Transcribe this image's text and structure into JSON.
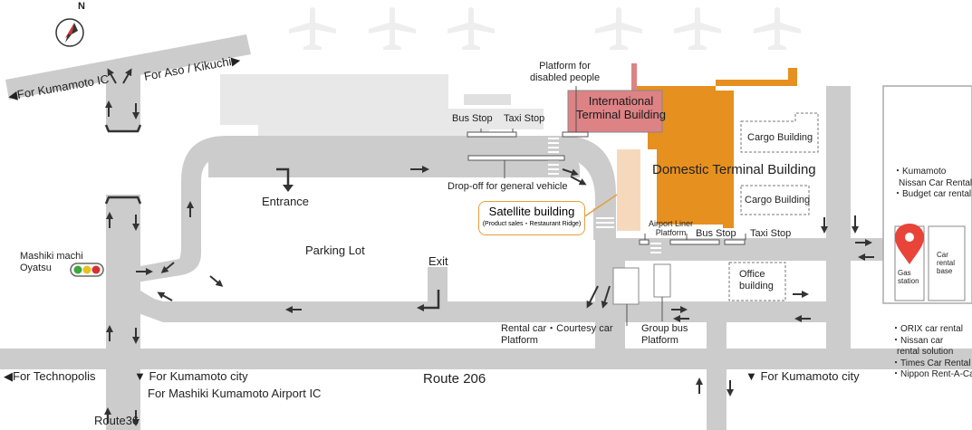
{
  "compass": {
    "north": "N",
    "icon": "compass-icon"
  },
  "roads": {
    "for_kumamoto_ic": "For Kumamoto IC",
    "for_aso_kikuchi": "For Aso / Kikuchi",
    "for_technopolis": "For Technopolis",
    "for_kumamoto_city_left": "For Kumamoto city",
    "for_mashiki_ic": "For Mashiki Kumamoto Airport IC",
    "route_206": "Route 206",
    "route_36": "Route36",
    "for_kumamoto_city_right": "For Kumamoto city"
  },
  "signal": {
    "label_line1": "Mashiki machi",
    "label_line2": "Oyatsu",
    "colors": [
      "#3aa83a",
      "#e8c020",
      "#d83030"
    ]
  },
  "buildings": {
    "international": {
      "line1": "International",
      "line2": "Terminal Building",
      "color": "#dd8285"
    },
    "domestic": {
      "label": "Domestic Terminal Building",
      "color": "#e6901f"
    },
    "satellite": {
      "label": "Satellite building",
      "sub": "(Product sales・Restaurant Ridge)",
      "color": "#f6d9bd"
    },
    "cargo1": "Cargo Building",
    "cargo2": "Cargo Building",
    "office": {
      "line1": "Office",
      "line2": "building"
    },
    "gas_station": {
      "line1": "Gas",
      "line2": "station"
    },
    "car_rental_base": {
      "line1": "Car",
      "line2": "rental",
      "line3": "base"
    }
  },
  "stops": {
    "platform_disabled": {
      "line1": "Platform for",
      "line2": "disabled people"
    },
    "bus_stop_top": "Bus Stop",
    "taxi_stop_top": "Taxi Stop",
    "dropoff": "Drop-off for general vehicle",
    "airport_liner": {
      "line1": "Airport Liner",
      "line2": "Platform"
    },
    "bus_stop_right": "Bus Stop",
    "taxi_stop_right": "Taxi Stop",
    "rental_courtesy": {
      "line1": "Rental car・Courtesy car",
      "line2": "Platform"
    },
    "group_bus": {
      "line1": "Group bus",
      "line2": "Platform"
    }
  },
  "lot": {
    "entrance": "Entrance",
    "parking_lot": "Parking Lot",
    "exit": "Exit"
  },
  "rental_top": [
    "・Kumamoto",
    "Nissan Car Rental",
    "・Budget car rental"
  ],
  "rental_bottom": [
    "・ORIX car rental",
    "・Nissan car",
    "rental solution",
    "・Times Car Rental",
    "・Nippon Rent-A-Car"
  ],
  "marker": {
    "icon": "map-pin-icon",
    "color": "#e8443a"
  }
}
